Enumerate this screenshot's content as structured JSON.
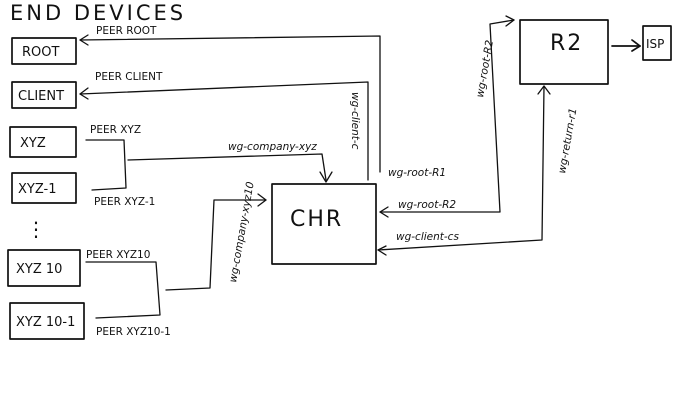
{
  "title": "END DEVICES",
  "boxes": {
    "root": "ROOT",
    "client": "CLIENT",
    "xyz": "XYZ",
    "xyz1": "XYZ-1",
    "xyz10": "XYZ 10",
    "xyz10_1": "XYZ 10-1",
    "chr": "CHR",
    "r2": "R2",
    "isp": "ISP"
  },
  "peers": {
    "root": "PEER ROOT",
    "client": "PEER CLIENT",
    "xyz": "PEER XYZ",
    "xyz1": "PEER XYZ-1",
    "xyz10": "PEER XYZ10",
    "xyz10_1": "PEER XYZ10-1"
  },
  "links": {
    "wg_client_chr": "wg-client-c",
    "wg_company_xyz": "wg-company-xyz",
    "wg_company_xyz10": "wg-company-xyz10",
    "wg_root_r1": "wg-root-R1",
    "wg_root_r2": "wg-root-R2",
    "wg_client_cs": "wg-client-cs",
    "wg_root_r2_vertical": "wg-root-R2",
    "wg_return_r1": "wg-return-r1"
  },
  "ellipsis": "⋮"
}
